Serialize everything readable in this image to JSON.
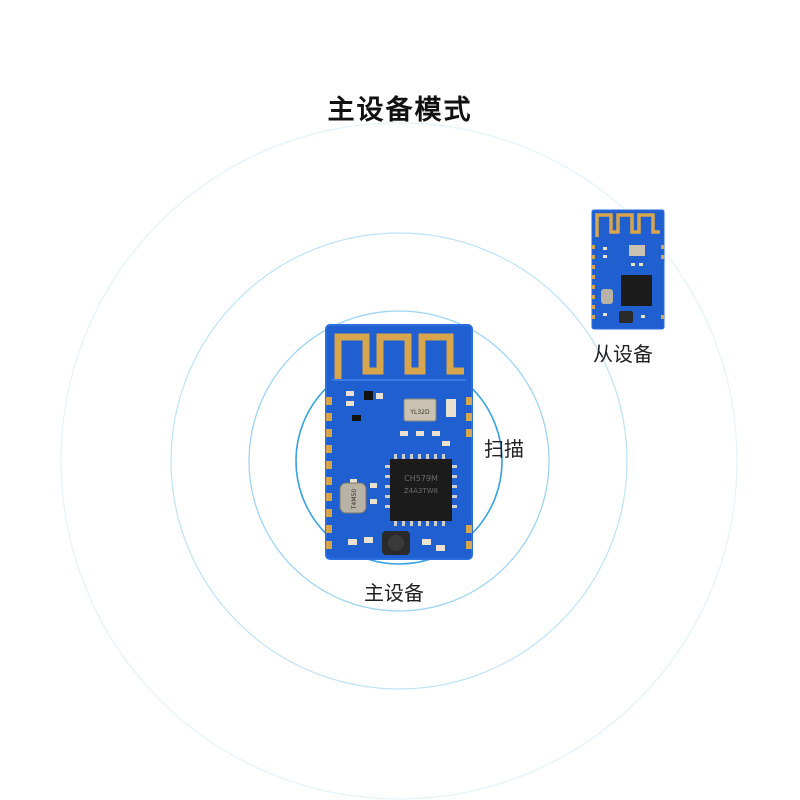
{
  "title": "主设备模式",
  "labels": {
    "master": "主设备",
    "scan": "扫描",
    "slave": "从设备"
  },
  "module_text": {
    "chip": "CH579M",
    "chip_code": "Z4A3TW8",
    "crystal_small": "YL32D",
    "crystal_large": "T4M50"
  },
  "colors": {
    "pcb_blue": "#1f5fd0",
    "pcb_edge": "#2a6ee0",
    "antenna_gold": "#d7a54b",
    "chip_black": "#1b1b1b",
    "ring_blue": "#7cc6ee",
    "ring_faint": "#cfe9f7"
  },
  "icons": [
    "bluetooth-module-image"
  ]
}
